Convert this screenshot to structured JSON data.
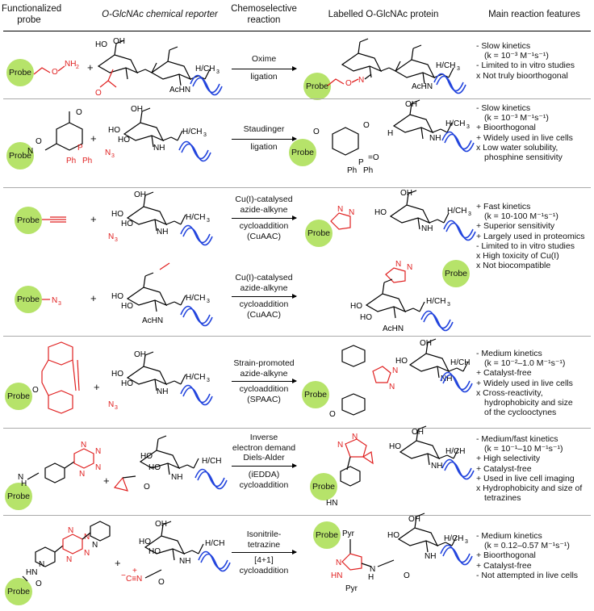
{
  "headers": {
    "probe": "Functionalized probe",
    "reporter": "O-GlcNAc chemical reporter",
    "reaction": "Chemoselective reaction",
    "product": "Labelled O-GlcNAc protein",
    "features": "Main reaction features"
  },
  "probe_label": "Probe",
  "chem_labels": {
    "oh": "OH",
    "ho": "HO",
    "h_ch3": "H/CH3",
    "achn": "AcHN",
    "nh": "NH",
    "hn": "HN",
    "n3": "N3",
    "ph": "Ph",
    "p": "P",
    "o": "O",
    "n": "N",
    "n_eq": "N",
    "pyr": "Pyr",
    "nh_pyr": "HN"
  },
  "rows": [
    {
      "reaction": [
        "Oxime",
        "ligation"
      ],
      "features": [
        "- Slow kinetics",
        "(k = 10⁻³ M⁻¹s⁻¹)",
        "- Limited to in vitro studies",
        "x Not truly bioorthogonal"
      ]
    },
    {
      "reaction": [
        "Staudinger",
        "ligation"
      ],
      "features": [
        "- Slow kinetics",
        "(k = 10⁻³ M⁻¹s⁻¹)",
        "+ Bioorthogonal",
        "+ Widely used in live cells",
        "x Low water solubility,",
        "phosphine sensitivity"
      ]
    },
    {
      "reaction": [
        "Cu(I)-catalysed",
        "azide-alkyne",
        "cycloaddition",
        "(CuAAC)"
      ],
      "reaction_b": [
        "Cu(I)-catalysed",
        "azide-alkyne",
        "cycloaddition",
        "(CuAAC)"
      ],
      "features": [
        "+ Fast kinetics",
        "(k = 10-100 M⁻¹s⁻¹)",
        "+ Superior sensitivity",
        "+ Largely used in proteomics",
        "- Limited to in vitro studies",
        "x High toxicity of Cu(I)",
        "x Not biocompatible"
      ]
    },
    {
      "reaction": [
        "Strain-promoted",
        "azide-alkyne",
        "cycloaddition",
        "(SPAAC)"
      ],
      "features": [
        "- Medium kinetics",
        "(k = 10⁻²–1.0 M⁻¹s⁻¹)",
        "+ Catalyst-free",
        "+ Widely used in live cells",
        "x Cross-reactivity,",
        "hydrophobicity and size",
        "of the cyclooctynes"
      ]
    },
    {
      "reaction": [
        "Inverse",
        "electron demand",
        "Diels-Alder",
        "(iEDDA)",
        "cycloaddition"
      ],
      "features": [
        "- Medium/fast kinetics",
        "(k = 10⁻¹–10 M⁻¹s⁻¹)",
        "+ High selectivity",
        "+ Catalyst-free",
        "+ Used in live cell imaging",
        "x Hydrophobicity and size of",
        "tetrazines"
      ]
    },
    {
      "reaction": [
        "Isonitrile-",
        "tetrazine",
        "[4+1]",
        "cycloaddition"
      ],
      "features": [
        "- Medium kinetics",
        "(k = 0.12–0.57 M⁻¹s⁻¹)",
        "+ Bioorthogonal",
        "+ Catalyst-free",
        "- Not attempted in live cells"
      ]
    }
  ],
  "colors": {
    "probe": "#b6e36a",
    "tag": "#e02020",
    "protein": "#2244dd"
  }
}
